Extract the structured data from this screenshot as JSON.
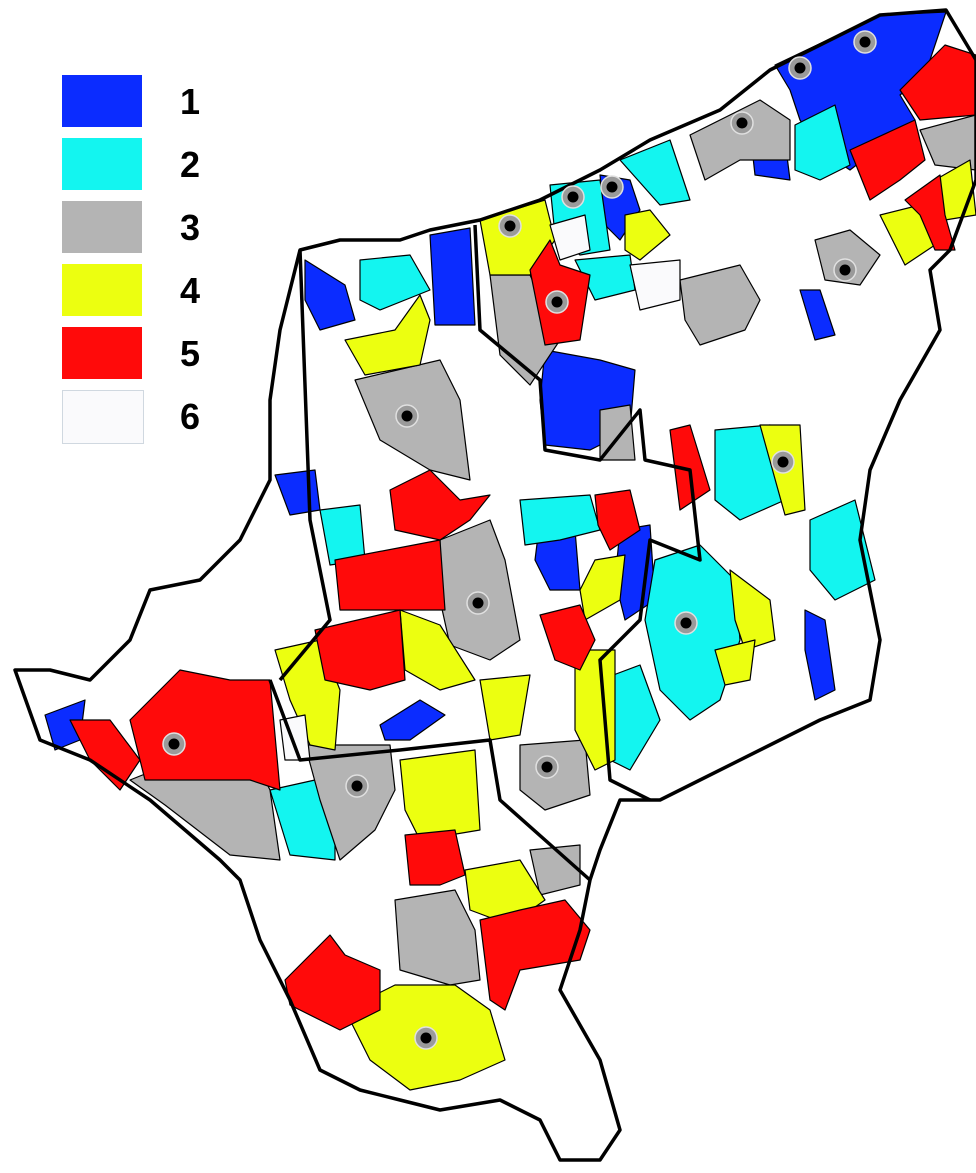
{
  "legend": [
    {
      "label": "1",
      "color": "#0b2cff"
    },
    {
      "label": "2",
      "color": "#13f5f0"
    },
    {
      "label": "3",
      "color": "#b4b4b4"
    },
    {
      "label": "4",
      "color": "#ecff10"
    },
    {
      "label": "5",
      "color": "#ff0a0a"
    },
    {
      "label": "6",
      "color": "#fafafc"
    }
  ],
  "marker_icon": "dot-in-circle-icon"
}
